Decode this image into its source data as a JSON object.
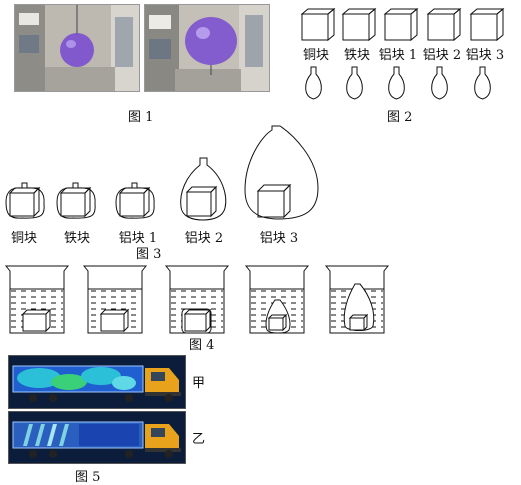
{
  "figure1": {
    "caption": "图 1"
  },
  "figure2": {
    "caption": "图 2",
    "blocks": [
      "铜块",
      "铁块",
      "铝块 1",
      "铝块 2",
      "铝块 3"
    ]
  },
  "figure3": {
    "caption": "图 3",
    "blocks": [
      "铜块",
      "铁块",
      "铝块 1",
      "铝块 2",
      "铝块 3"
    ]
  },
  "figure4": {
    "caption": "图 4"
  },
  "figure5": {
    "caption": "图 5",
    "panels": [
      "甲",
      "乙"
    ]
  },
  "colors": {
    "balloon": "#7a4fd0",
    "truck": "#e8a21c",
    "thermal_blue": "#1f5fcf",
    "thermal_cyan": "#2bc0d8",
    "station_wall": "#c9c6bf"
  }
}
